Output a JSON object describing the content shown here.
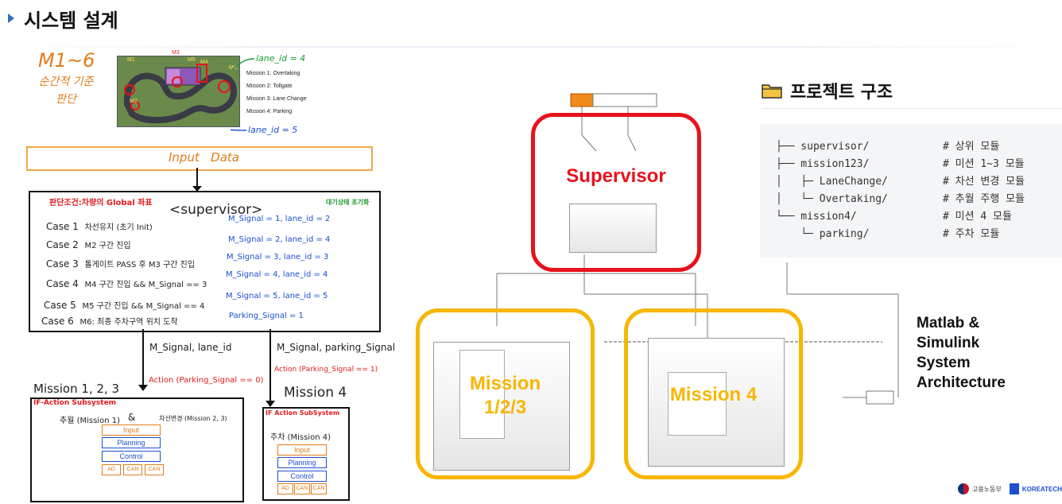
{
  "header": {
    "title": "시스템 설계"
  },
  "left": {
    "note_m": "M1~6",
    "note_m_sub": "순간적 기준\n판단",
    "lane_top": "lane_id = 4",
    "lane_bottom": "lane_id = 5",
    "missions": [
      "Mission 1:   Overtaking",
      "Mission 2:   Tollgate",
      "Mission 3:   Lane Change",
      "Mission 4:   Parking"
    ],
    "track_marks": [
      "M1",
      "M2",
      "M3",
      "M4",
      "M5",
      "M6"
    ],
    "input_label": "Input   Data",
    "supervisor": {
      "header_left": "판단조건:차량의 Global 좌표",
      "title": "<supervisor>",
      "header_right": "대기상태 초기화",
      "cases": [
        {
          "c": "Case 1",
          "desc": "차선유지 (초기 Init)",
          "sig": "M_Signal = 1, lane_id = 2"
        },
        {
          "c": "Case 2",
          "desc": "M2 구간 진입",
          "sig": "M_Signal = 2, lane_id = 4"
        },
        {
          "c": "Case 3",
          "desc": "톨게이트 PASS 후 M3 구간 진입",
          "sig": "M_Signal = 3, lane_id = 3"
        },
        {
          "c": "Case 4",
          "desc": "M4 구간 진입 && M_Signal == 3",
          "sig": "M_Signal = 4, lane_id = 4"
        },
        {
          "c": "Case 5",
          "desc": "M5 구간 진입 && M_Signal == 4",
          "sig": "M_Signal = 5, lane_id = 5"
        },
        {
          "c": "Case 6",
          "desc": "M6: 최종 주차구역 위치 도착",
          "sig": "Parking_Signal = 1"
        }
      ]
    },
    "arrow_left": "M_Signal, lane_id",
    "arrow_right": "M_Signal, parking_Signal",
    "action_left": "Action (Parking_Signal == 0)",
    "action_right": "Action (Parking_Signal == 1)",
    "mission123": "Mission 1, 2, 3",
    "mission4": "Mission 4",
    "subsys_left": {
      "title": "IF-Action Subsystem",
      "sub_a": "추월 (Mission 1)",
      "amp": "&",
      "sub_b": "차선변경 (Mission 2, 3)",
      "blocks": [
        "Input",
        "Planning",
        "Control"
      ],
      "smalls": [
        "AD",
        "CAN",
        "CAN"
      ]
    },
    "subsys_right": {
      "title": "IF Action SubSystem",
      "sub_a": "주차 (Mission 4)",
      "blocks": [
        "Input",
        "Planning",
        "Control"
      ],
      "smalls": [
        "AD",
        "CAN",
        "CAN"
      ]
    }
  },
  "center": {
    "supervisor_label": "Supervisor",
    "mission123_label": "Mission\n1/2/3",
    "mission4_label": "Mission 4",
    "colors": {
      "red": "#e8121b",
      "gold": "#f7b600",
      "label_red": "#e8121b",
      "label_gold": "#f7b600"
    }
  },
  "right": {
    "project_title": "프로젝트 구조",
    "folder_icon": "folder-icon",
    "tree": [
      {
        "path": "├── supervisor/",
        "comment": "# 상위 모듈"
      },
      {
        "path": "├── mission123/",
        "comment": "# 미션 1~3 모듈"
      },
      {
        "path": "│   ├─ LaneChange/",
        "comment": "# 차선 변경 모듈"
      },
      {
        "path": "│   └─ Overtaking/",
        "comment": "# 추월 주행 모듈"
      },
      {
        "path": "└── mission4/",
        "comment": "# 미션 4 모듈"
      },
      {
        "path": "    └─ parking/",
        "comment": "# 주차 모듈"
      }
    ],
    "arch_lines": [
      "Matlab &",
      "Simulink",
      "System",
      "Architecture"
    ],
    "logo1": "고용노동부",
    "logo2": "KOREATECH"
  }
}
